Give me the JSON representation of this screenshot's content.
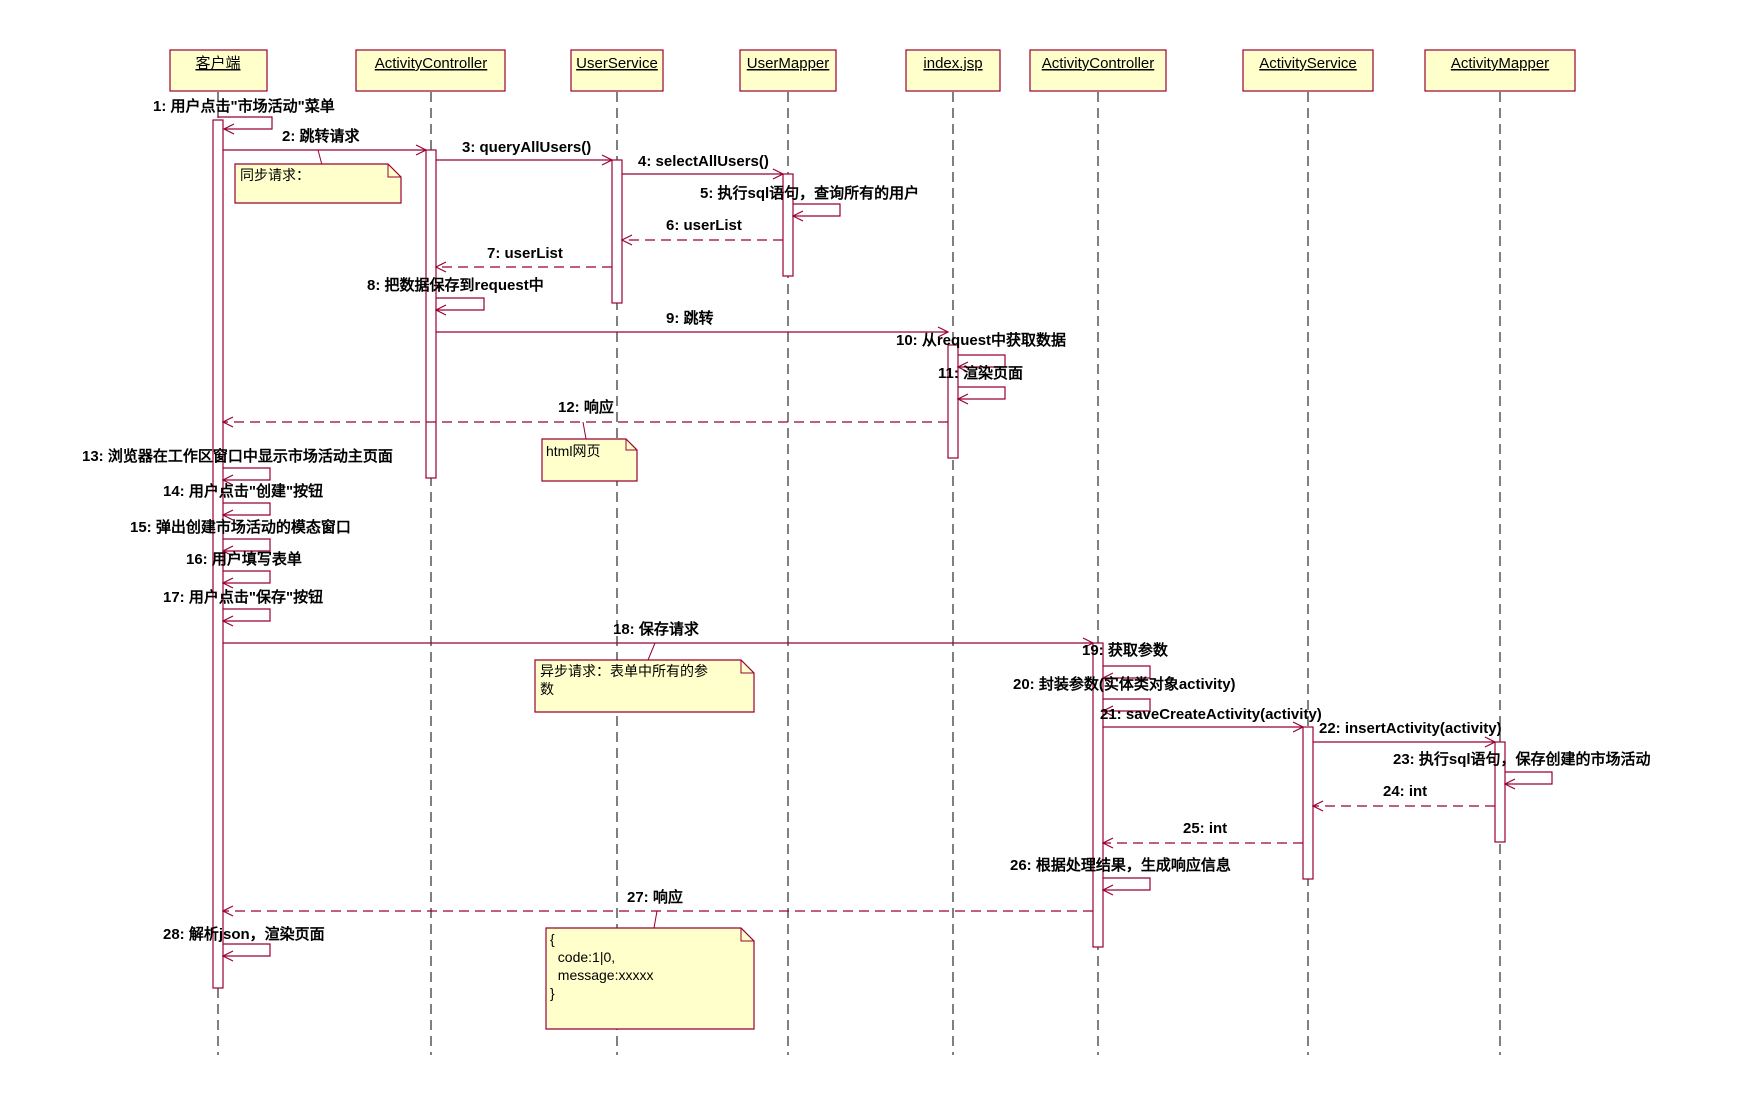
{
  "participants": [
    {
      "id": "p1",
      "name": "客户端"
    },
    {
      "id": "p2",
      "name": "ActivityController"
    },
    {
      "id": "p3",
      "name": "UserService"
    },
    {
      "id": "p4",
      "name": "UserMapper"
    },
    {
      "id": "p5",
      "name": "index.jsp"
    },
    {
      "id": "p6",
      "name": "ActivityController"
    },
    {
      "id": "p7",
      "name": "ActivityService"
    },
    {
      "id": "p8",
      "name": "ActivityMapper"
    }
  ],
  "messages": [
    {
      "n": 1,
      "label": "1: 用户点击\"市场活动\"菜单",
      "from": "p1",
      "to": "p1",
      "style": "self"
    },
    {
      "n": 2,
      "label": "2: 跳转请求",
      "from": "p1",
      "to": "p2",
      "style": "sync"
    },
    {
      "n": 3,
      "label": "3: queryAllUsers()",
      "from": "p2",
      "to": "p3",
      "style": "sync"
    },
    {
      "n": 4,
      "label": "4: selectAllUsers()",
      "from": "p3",
      "to": "p4",
      "style": "sync"
    },
    {
      "n": 5,
      "label": "5: 执行sql语句，查询所有的用户",
      "from": "p4",
      "to": "p4",
      "style": "self"
    },
    {
      "n": 6,
      "label": "6: userList",
      "from": "p4",
      "to": "p3",
      "style": "return"
    },
    {
      "n": 7,
      "label": "7: userList",
      "from": "p3",
      "to": "p2",
      "style": "return"
    },
    {
      "n": 8,
      "label": "8: 把数据保存到request中",
      "from": "p2",
      "to": "p2",
      "style": "self"
    },
    {
      "n": 9,
      "label": "9: 跳转",
      "from": "p2",
      "to": "p5",
      "style": "sync"
    },
    {
      "n": 10,
      "label": "10: 从request中获取数据",
      "from": "p5",
      "to": "p5",
      "style": "self"
    },
    {
      "n": 11,
      "label": "11: 渲染页面",
      "from": "p5",
      "to": "p5",
      "style": "self"
    },
    {
      "n": 12,
      "label": "12: 响应",
      "from": "p5",
      "to": "p1",
      "style": "return"
    },
    {
      "n": 13,
      "label": "13: 浏览器在工作区窗口中显示市场活动主页面",
      "from": "p1",
      "to": "p1",
      "style": "self"
    },
    {
      "n": 14,
      "label": "14: 用户点击\"创建\"按钮",
      "from": "p1",
      "to": "p1",
      "style": "self"
    },
    {
      "n": 15,
      "label": "15: 弹出创建市场活动的模态窗口",
      "from": "p1",
      "to": "p1",
      "style": "self"
    },
    {
      "n": 16,
      "label": "16: 用户填写表单",
      "from": "p1",
      "to": "p1",
      "style": "self"
    },
    {
      "n": 17,
      "label": "17: 用户点击\"保存\"按钮",
      "from": "p1",
      "to": "p1",
      "style": "self"
    },
    {
      "n": 18,
      "label": "18: 保存请求",
      "from": "p1",
      "to": "p6",
      "style": "sync"
    },
    {
      "n": 19,
      "label": "19: 获取参数",
      "from": "p6",
      "to": "p6",
      "style": "self"
    },
    {
      "n": 20,
      "label": "20: 封装参数(实体类对象activity)",
      "from": "p6",
      "to": "p6",
      "style": "self"
    },
    {
      "n": 21,
      "label": "21: saveCreateActivity(activity)",
      "from": "p6",
      "to": "p7",
      "style": "sync"
    },
    {
      "n": 22,
      "label": "22: insertActivity(activity)",
      "from": "p7",
      "to": "p8",
      "style": "sync"
    },
    {
      "n": 23,
      "label": "23: 执行sql语句，保存创建的市场活动",
      "from": "p8",
      "to": "p8",
      "style": "self"
    },
    {
      "n": 24,
      "label": "24: int",
      "from": "p8",
      "to": "p7",
      "style": "return"
    },
    {
      "n": 25,
      "label": "25: int",
      "from": "p7",
      "to": "p6",
      "style": "return"
    },
    {
      "n": 26,
      "label": "26: 根据处理结果，生成响应信息",
      "from": "p6",
      "to": "p6",
      "style": "self"
    },
    {
      "n": 27,
      "label": "27: 响应",
      "from": "p6",
      "to": "p1",
      "style": "return"
    },
    {
      "n": 28,
      "label": "28: 解析json，渲染页面",
      "from": "p1",
      "to": "p1",
      "style": "self"
    }
  ],
  "notes": [
    {
      "id": "note1",
      "lines": [
        "同步请求："
      ],
      "attached_to": 2
    },
    {
      "id": "note2",
      "lines": [
        "html网页"
      ],
      "attached_to": 12
    },
    {
      "id": "note3",
      "lines": [
        "异步请求：表单中所有的参",
        "数"
      ],
      "attached_to": 18
    },
    {
      "id": "note4",
      "lines": [
        "{",
        "  code:1|0,",
        "  message:xxxxx",
        "}"
      ],
      "attached_to": 27
    }
  ],
  "colors": {
    "participant_fill": "#ffffcc",
    "stroke": "#990033",
    "note_fill": "#ffffcc"
  }
}
